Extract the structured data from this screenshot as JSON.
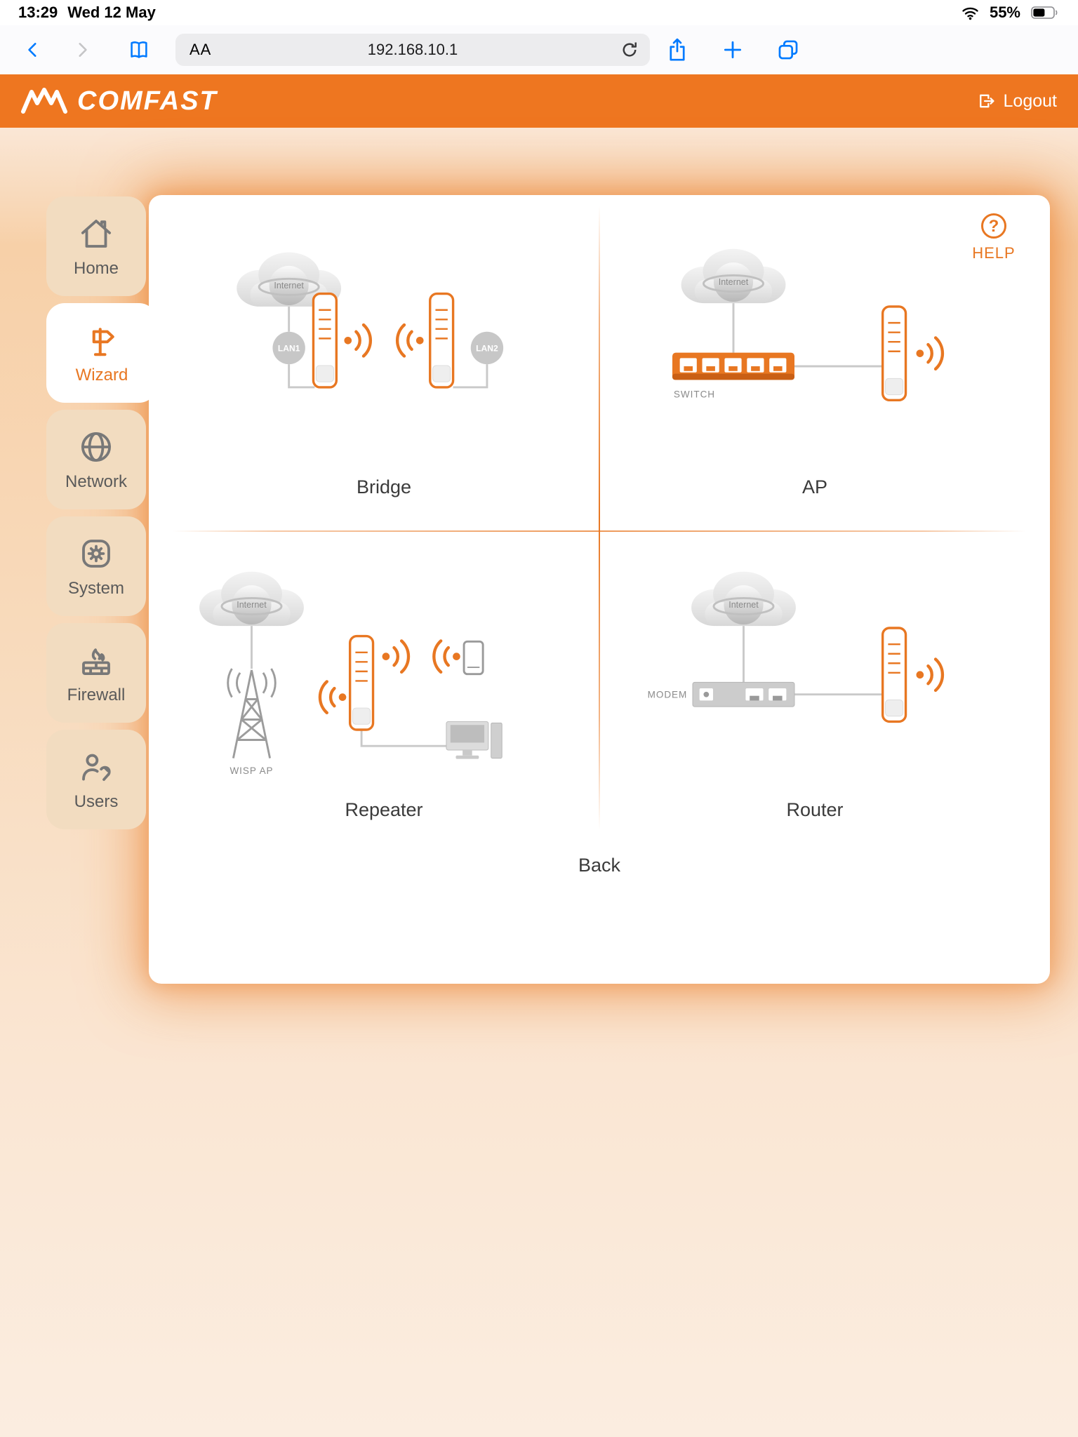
{
  "status_bar": {
    "time": "13:29",
    "date": "Wed 12 May",
    "battery": "55%"
  },
  "browser": {
    "text_size": "AA",
    "url": "192.168.10.1"
  },
  "header": {
    "brand": "COMFAST",
    "logout": "Logout"
  },
  "sidebar": {
    "items": [
      {
        "label": "Home"
      },
      {
        "label": "Wizard"
      },
      {
        "label": "Network"
      },
      {
        "label": "System"
      },
      {
        "label": "Firewall"
      },
      {
        "label": "Users"
      }
    ]
  },
  "card": {
    "help": "HELP",
    "help_icon": "?",
    "back": "Back",
    "modes": [
      {
        "label": "Bridge"
      },
      {
        "label": "AP"
      },
      {
        "label": "Repeater"
      },
      {
        "label": "Router"
      }
    ],
    "diagram": {
      "internet": "Internet",
      "lan1": "LAN1",
      "lan2": "LAN2",
      "switch": "SWITCH",
      "modem": "MODEM",
      "wisp_ap": "WISP AP"
    },
    "accent": "#E87722"
  }
}
